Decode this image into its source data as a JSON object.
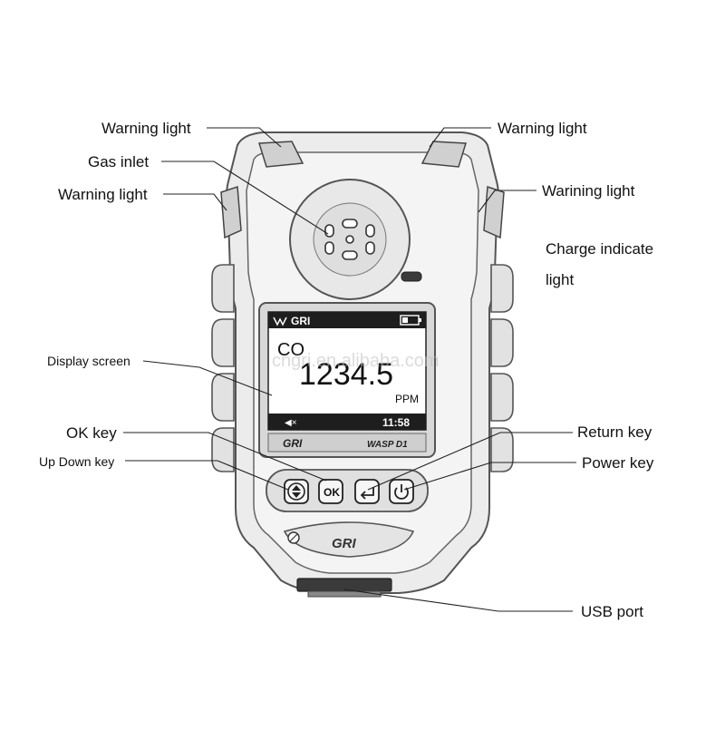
{
  "callouts": {
    "warning_light_top_left": "Warning light",
    "warning_light_top_right": "Warning light",
    "gas_inlet": "Gas inlet",
    "warning_light_side_left": "Warning light",
    "warning_light_side_right": "Warining light",
    "charge_indicate_line1": "Charge indicate",
    "charge_indicate_line2": "light",
    "display_screen": "Display screen",
    "ok_key": "OK key",
    "up_down_key": "Up Down key",
    "return_key": "Return key",
    "power_key": "Power key",
    "usb_port": "USB port"
  },
  "screen": {
    "brand": "GRI",
    "gas": "CO",
    "reading": "1234.5",
    "unit": "PPM",
    "mute_symbol": "◀×",
    "time": "11:58",
    "footer_brand": "GRI",
    "model": "WASP D1"
  },
  "keys": {
    "up_down_icon": "up-down-arrow-icon",
    "ok_label": "OK",
    "return_icon": "return-arrow-icon",
    "power_icon": "power-icon"
  },
  "body_logo": "GRI",
  "watermark": "cngri.en.alibaba.com",
  "colors": {
    "outline": "#555555",
    "body_fill": "#ececec",
    "screen_bg": "#ffffff",
    "screen_bar": "#1e1e1e",
    "leader": "#222222"
  }
}
